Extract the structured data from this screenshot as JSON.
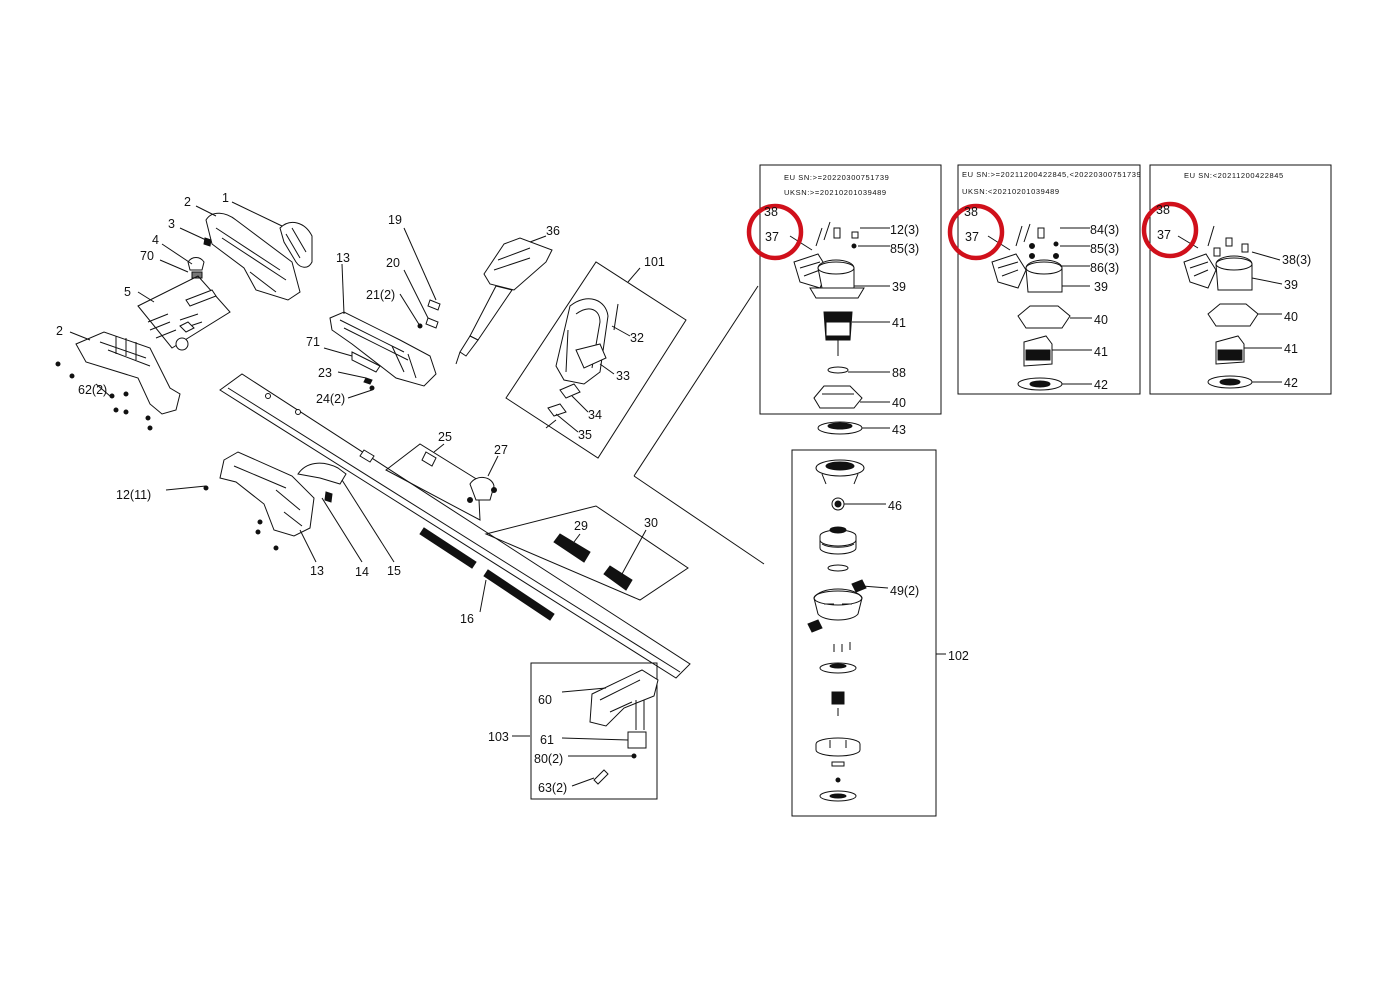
{
  "serial_notes": {
    "box_a_eu": "EU SN:>=20220300751739",
    "box_a_uk": "UKSN:>=20210201039489",
    "box_b_eu": "EU SN:>=20211200422845,<20220300751739",
    "box_b_uk": "UKSN:<20210201039489",
    "box_c_eu": "EU SN:<20211200422845"
  },
  "labels": {
    "p1": "1",
    "p2a": "2",
    "p2b": "2",
    "p3": "3",
    "p4": "4",
    "p70": "70",
    "p5": "5",
    "p62": "62(2)",
    "p13a": "13",
    "p71": "71",
    "p23": "23",
    "p24": "24(2)",
    "p19": "19",
    "p20": "20",
    "p21": "21(2)",
    "p36": "36",
    "p101": "101",
    "p32": "32",
    "p33": "33",
    "p34": "34",
    "p35": "35",
    "p25": "25",
    "p27": "27",
    "p29": "29",
    "p30": "30",
    "p16": "16",
    "p12_11": "12(11)",
    "p13b": "13",
    "p14": "14",
    "p15": "15",
    "p103": "103",
    "p60": "60",
    "p61": "61",
    "p80": "80(2)",
    "p63": "63(2)",
    "a38": "38",
    "a37": "37",
    "a12": "12(3)",
    "a85": "85(3)",
    "a39": "39",
    "a41": "41",
    "a88": "88",
    "a40": "40",
    "b38": "38",
    "b37": "37",
    "b84": "84(3)",
    "b85": "85(3)",
    "b86": "86(3)",
    "b39": "39",
    "b40": "40",
    "b41": "41",
    "b42": "42",
    "c38a": "38",
    "c37": "37",
    "c38b": "38(3)",
    "c39": "39",
    "c40": "40",
    "c41": "41",
    "c42": "42",
    "p43": "43",
    "p46": "46",
    "p49": "49(2)",
    "p102": "102"
  },
  "highlight_color": "#d0101b"
}
